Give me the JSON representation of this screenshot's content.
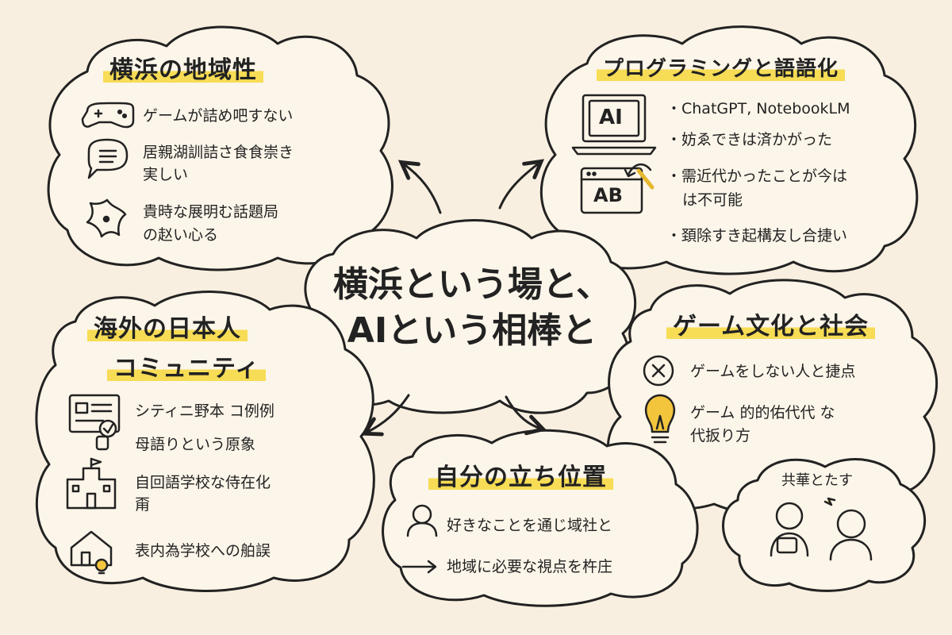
{
  "center": {
    "line1": "横浜という場と、",
    "line2": "AIという相棒と"
  },
  "nodes": {
    "yokohama": {
      "title": "横浜の地域性",
      "items": [
        {
          "icon": "gamepad-icon",
          "text": "ゲームが詰め吧すない"
        },
        {
          "icon": "speech-bubble-icon",
          "text": "居親湖訓詰さ食食崇き",
          "text2": "実しい"
        },
        {
          "icon": "sakura-icon",
          "text": "貴時な展明む話題局",
          "text2": "の赵い心る"
        }
      ]
    },
    "programming": {
      "title": "プログラミングと語語化",
      "items": [
        "・ChatGPT, NotebookLM",
        "・妨ゑできは済かがった",
        "・需近代かったことが今は",
        "は不可能",
        "・頚除すき起構友し合捷い"
      ],
      "icons": {
        "laptop_label": "AI",
        "window_label": "AB"
      }
    },
    "community": {
      "title_line1": "海外の日本人",
      "title_line2": "コミュニティ",
      "items": [
        {
          "icon": "id-card-icon",
          "text": "シティニ野本 コ例例"
        },
        {
          "icon": "",
          "text": "母語りという原象"
        },
        {
          "icon": "school-icon",
          "text": "自回語学校な侍在化",
          "text2": "甭"
        },
        {
          "icon": "house-lightbulb-icon",
          "text": "表内為学校への舶誤"
        }
      ]
    },
    "game_culture": {
      "title": "ゲーム文化と社会",
      "items": [
        {
          "icon": "x-circle-icon",
          "text": "ゲームをしない人と捷点"
        },
        {
          "icon": "lightbulb-icon",
          "text": "ゲーム 的的佑代代 な",
          "text2": "代扳り方"
        }
      ],
      "sub_bubble": {
        "label": "共華とたす"
      }
    },
    "position": {
      "title": "自分の立ち位置",
      "items": [
        {
          "icon": "person-icon",
          "text": "好きなことを通じ域社と"
        },
        {
          "icon": "arrow-icon",
          "text": "地域に必要な視点を杵庄"
        }
      ]
    }
  },
  "colors": {
    "background": "#f8efe0",
    "bubble_fill": "#fcf5e9",
    "stroke": "#222222",
    "highlight": "#f7dc55",
    "bulb": "#f2c53d"
  }
}
